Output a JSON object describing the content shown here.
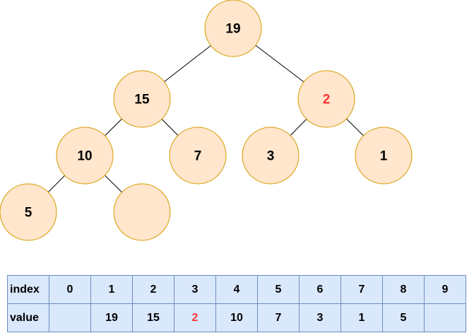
{
  "tree": {
    "highlight_color": "#ff3333",
    "node_fill": "#ffe6cc",
    "node_stroke": "#d79b00",
    "nodes": [
      {
        "id": "n19",
        "label": "19",
        "highlight": false
      },
      {
        "id": "n15",
        "label": "15",
        "highlight": false
      },
      {
        "id": "n2",
        "label": "2",
        "highlight": true
      },
      {
        "id": "n10",
        "label": "10",
        "highlight": false
      },
      {
        "id": "n7",
        "label": "7",
        "highlight": false
      },
      {
        "id": "n3",
        "label": "3",
        "highlight": false
      },
      {
        "id": "n1",
        "label": "1",
        "highlight": false
      },
      {
        "id": "n5",
        "label": "5",
        "highlight": false
      },
      {
        "id": "nempty",
        "label": "",
        "highlight": false
      }
    ],
    "edges": [
      [
        "n19",
        "n15"
      ],
      [
        "n19",
        "n2"
      ],
      [
        "n15",
        "n10"
      ],
      [
        "n15",
        "n7"
      ],
      [
        "n2",
        "n3"
      ],
      [
        "n2",
        "n1"
      ],
      [
        "n10",
        "n5"
      ],
      [
        "n10",
        "nempty"
      ]
    ]
  },
  "table": {
    "header_fill": "#dae8fc",
    "border_color": "#6c8ebf",
    "index_label": "index",
    "value_label": "value",
    "highlight_color": "#ff3333",
    "index": [
      "0",
      "1",
      "2",
      "3",
      "4",
      "5",
      "6",
      "7",
      "8",
      "9"
    ],
    "values": [
      {
        "text": "",
        "highlight": false
      },
      {
        "text": "19",
        "highlight": false
      },
      {
        "text": "15",
        "highlight": false
      },
      {
        "text": "2",
        "highlight": true
      },
      {
        "text": "10",
        "highlight": false
      },
      {
        "text": "7",
        "highlight": false
      },
      {
        "text": "3",
        "highlight": false
      },
      {
        "text": "1",
        "highlight": false
      },
      {
        "text": "5",
        "highlight": false
      },
      {
        "text": "",
        "highlight": false
      }
    ]
  }
}
